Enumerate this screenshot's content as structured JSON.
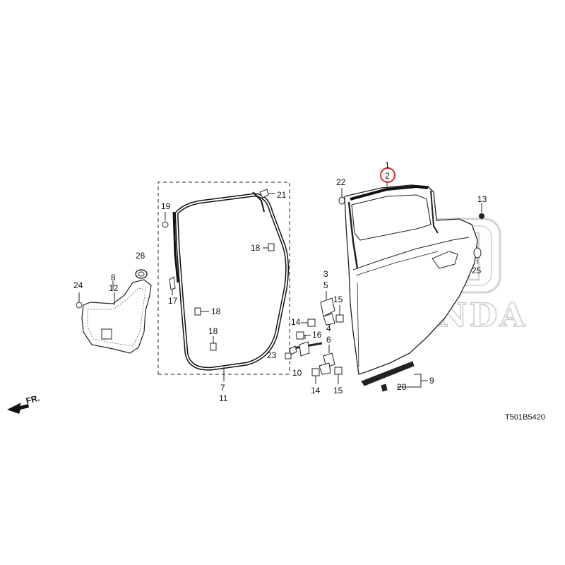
{
  "diagram_code": "T501B5420",
  "direction_label": "FR.",
  "watermark_text": "HONDA",
  "highlight_color": "#e8262d",
  "callouts": {
    "c1": "1",
    "c2": "2",
    "c3": "3",
    "c4": "4",
    "c5": "5",
    "c6": "6",
    "c7": "7",
    "c8": "8",
    "c9": "9",
    "c10": "10",
    "c11": "11",
    "c12": "12",
    "c13": "13",
    "c14a": "14",
    "c14b": "14",
    "c15a": "15",
    "c15b": "15",
    "c16": "16",
    "c17": "17",
    "c18a": "18",
    "c18b": "18",
    "c18c": "18",
    "c19": "19",
    "c20": "20",
    "c21": "21",
    "c22": "22",
    "c23": "23",
    "c24": "24",
    "c25": "25",
    "c26": "26"
  }
}
